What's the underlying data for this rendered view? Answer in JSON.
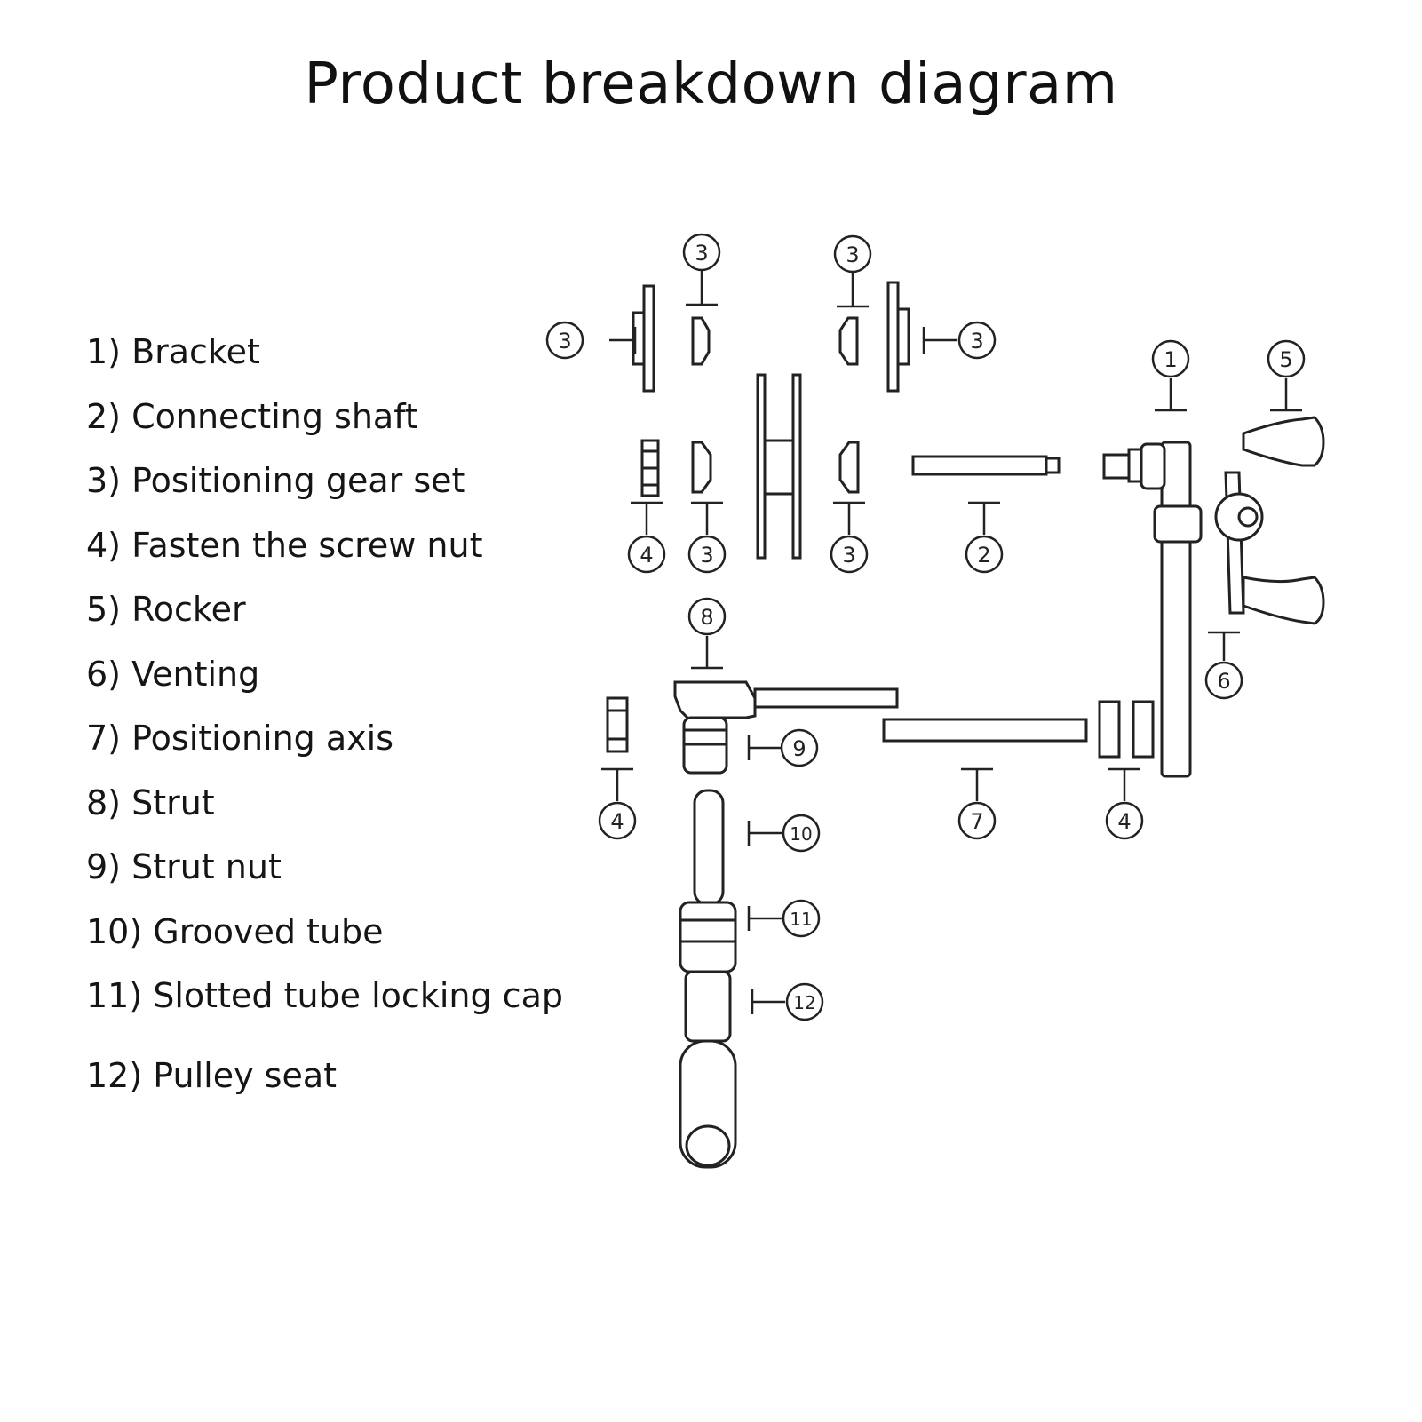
{
  "title": "Product breakdown diagram",
  "parts": [
    "1) Bracket",
    "2) Connecting shaft",
    "3) Positioning gear set",
    "4) Fasten the screw nut",
    "5) Rocker",
    "6) Venting",
    "7) Positioning axis",
    "8) Strut",
    "9) Strut nut",
    "10) Grooved tube",
    "11) Slotted tube locking cap",
    "12) Pulley seat"
  ],
  "callouts": [
    "3",
    "3",
    "3",
    "3",
    "1",
    "5",
    "4",
    "3",
    "3",
    "2",
    "8",
    "6",
    "9",
    "4",
    "7",
    "4",
    "10",
    "11",
    "12"
  ]
}
